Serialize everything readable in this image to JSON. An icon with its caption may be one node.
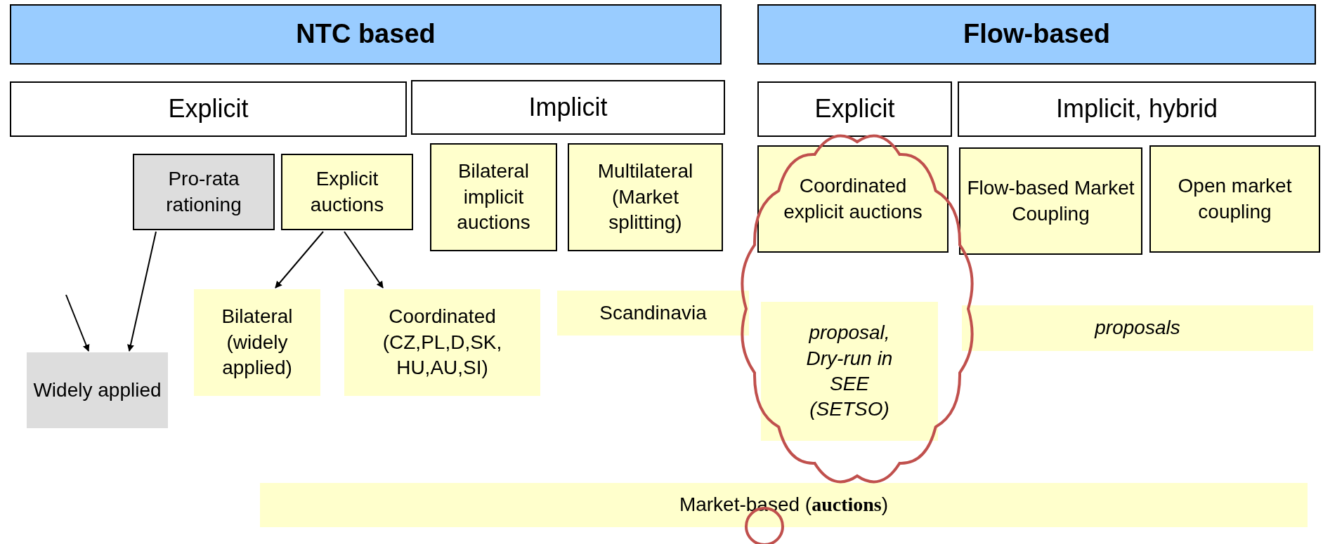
{
  "diagram": {
    "nodes": [
      {
        "text": [
          "NTC based"
        ]
      },
      {
        "text": [
          "Flow-based"
        ]
      },
      {
        "text": [
          "Explicit"
        ]
      },
      {
        "text": [
          "Implicit"
        ]
      },
      {
        "text": [
          "Explicit"
        ]
      },
      {
        "text": [
          "Implicit, hybrid"
        ]
      },
      {
        "text": [
          "Pro-rata rationing"
        ]
      },
      {
        "text": [
          "Explicit auctions"
        ]
      },
      {
        "text": [
          "Bilateral implicit auctions"
        ]
      },
      {
        "text": [
          "Multilateral (Market splitting)"
        ]
      },
      {
        "text": [
          "Coordinated explicit auctions"
        ]
      },
      {
        "text": [
          "Flow-based Market Coupling"
        ]
      },
      {
        "text": [
          "Open market coupling"
        ]
      },
      {
        "text": [
          "Widely applied"
        ]
      },
      {
        "text": [
          "Bilateral (widely applied)"
        ]
      },
      {
        "text": [
          "Coordinated (CZ,PL,D,SK, HU,AU,SI)"
        ]
      },
      {
        "text": [
          "Scandinavia"
        ]
      },
      {
        "text": [
          "proposal, Dry-run in SEE (SETSO)"
        ]
      },
      {
        "text": [
          "proposals"
        ]
      },
      {
        "text": [
          "Market-based (**auctions**)"
        ]
      }
    ],
    "edges": [
      {
        "from": null,
        "to": 13,
        "arrow": "to"
      },
      {
        "from": 6,
        "to": 13,
        "arrow": "to"
      },
      {
        "from": 7,
        "to": 14,
        "arrow": "to"
      },
      {
        "from": 7,
        "to": 15,
        "arrow": "to"
      }
    ]
  }
}
